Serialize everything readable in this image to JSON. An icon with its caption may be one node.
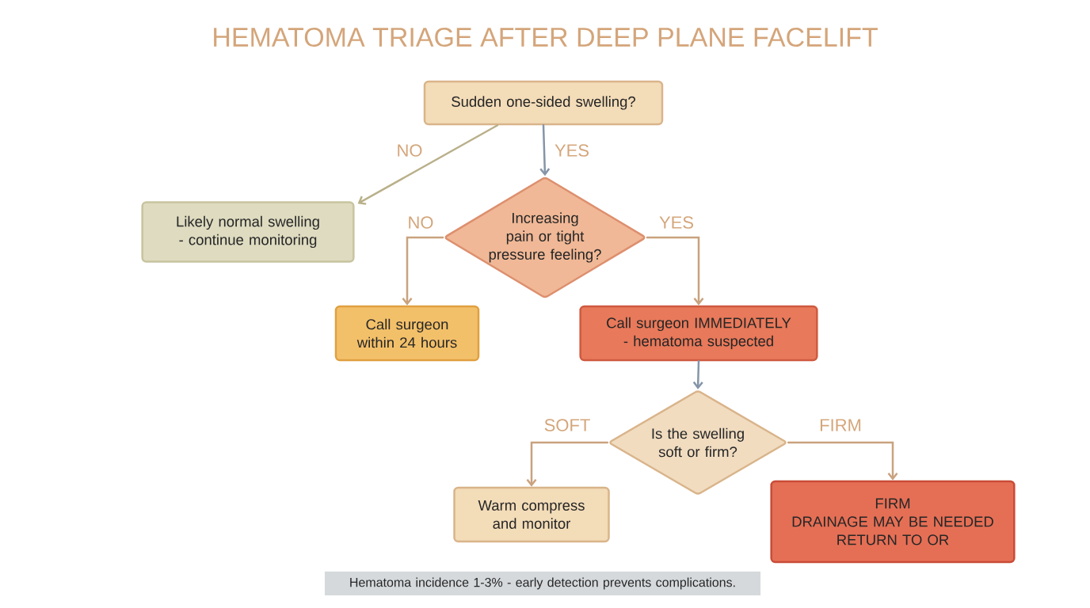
{
  "diagram": {
    "title": "HEMATOMA TRIAGE AFTER DEEP PLANE FACELIFT",
    "nodes": [
      {
        "text": [
          "Sudden one-sided swelling?"
        ]
      },
      {
        "text": [
          "Likely normal swelling - continue monitoring"
        ]
      },
      {
        "text": [
          "Increasing pain or tight pressure feeling?"
        ]
      },
      {
        "text": [
          "Call surgeon within 24 hours"
        ]
      },
      {
        "text": [
          "Call surgeon IMMEDIATELY - hematoma suspected"
        ]
      },
      {
        "text": [
          "Is the swelling soft or firm?"
        ]
      },
      {
        "text": [
          "Warm compress and monitor"
        ]
      },
      {
        "text": [
          "FIRM",
          "DRAINAGE MAY BE NEEDED",
          "RETURN TO OR"
        ]
      },
      {
        "text": [
          "Hematoma incidence 1-3% - early detection prevents complications."
        ]
      }
    ],
    "edges": [
      {
        "from": 0,
        "to": 1,
        "arrow": "to",
        "label": "NO",
        "color": "#b9b08a"
      },
      {
        "from": 0,
        "to": 2,
        "arrow": "to",
        "label": "YES",
        "color": "#8595a8"
      },
      {
        "from": 2,
        "to": 3,
        "arrow": "to",
        "label": "NO"
      },
      {
        "from": 2,
        "to": 4,
        "arrow": "to",
        "label": "YES"
      },
      {
        "from": 4,
        "to": 5,
        "arrow": "to",
        "color": "#8595a8"
      },
      {
        "from": 5,
        "to": 6,
        "arrow": "to",
        "label": "SOFT"
      },
      {
        "from": 5,
        "to": 7,
        "arrow": "to",
        "label": "FIRM"
      }
    ]
  }
}
